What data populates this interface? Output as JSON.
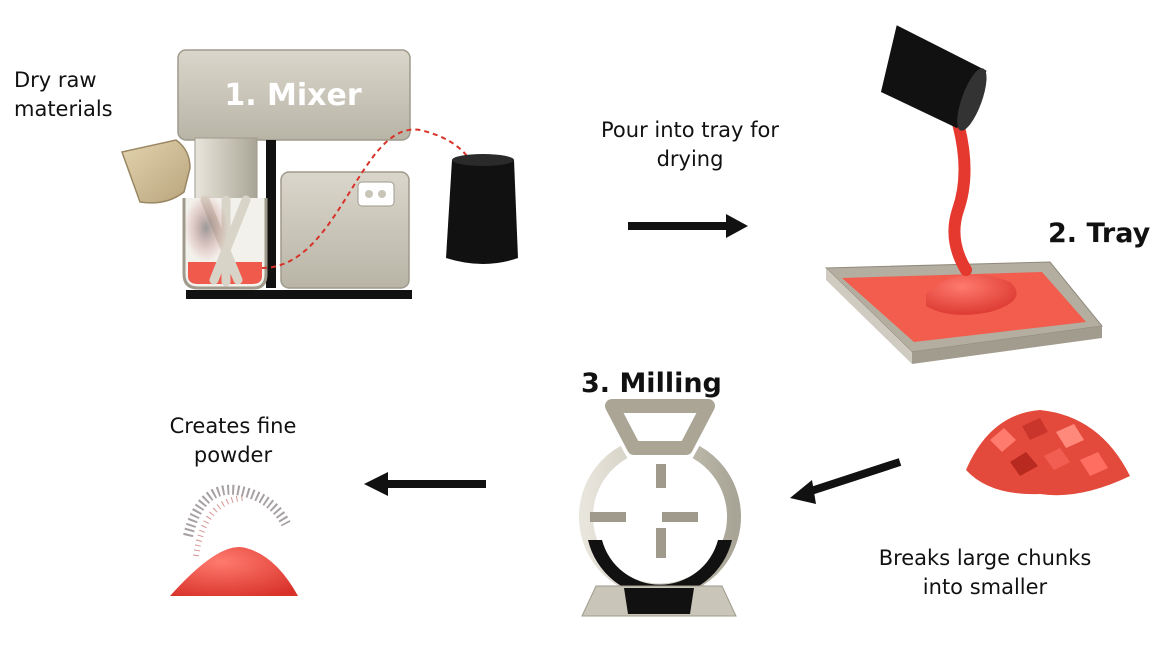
{
  "labels": {
    "dry_raw_materials": "Dry raw\nmaterials",
    "pour_into_tray": "Pour into tray for\ndrying",
    "breaks_chunks": "Breaks large chunks\ninto smaller",
    "creates_powder": "Creates fine\npowder"
  },
  "titles": {
    "mixer": "1. Mixer",
    "tray": "2. Tray",
    "milling": "3. Milling"
  },
  "colors": {
    "machine_gray": "#c9c5b8",
    "machine_edge": "#9f9a8c",
    "slurry_red": "#e8453c",
    "dark": "#111111"
  }
}
